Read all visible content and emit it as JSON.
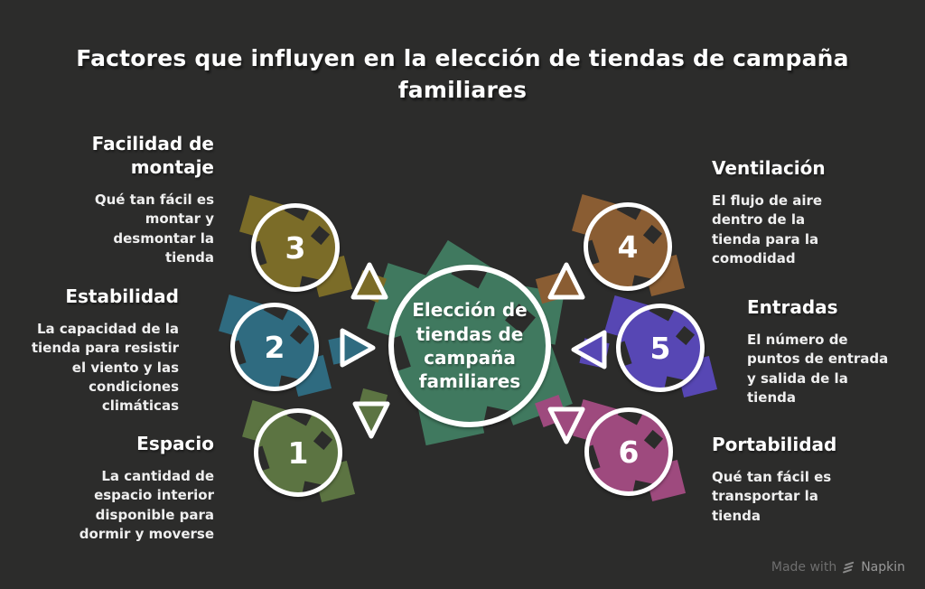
{
  "title": "Factores que influyen en la elección de tiendas de campaña\nfamiliares",
  "center": {
    "label": "Elección de\ntiendas de\ncampaña\nfamiliares",
    "color": "#40795f"
  },
  "items": [
    {
      "number": "1",
      "title": "Espacio",
      "description": "La cantidad de\nespacio interior\ndisponible para\ndormir y moverse",
      "color": "#5c7442"
    },
    {
      "number": "2",
      "title": "Estabilidad",
      "description": "La capacidad de la\ntienda para resistir\nel viento y las\ncondiciones\nclimáticas",
      "color": "#2f6b80"
    },
    {
      "number": "3",
      "title": "Facilidad de\nmontaje",
      "description": "Qué tan fácil es\nmontar y\ndesmontar la\ntienda",
      "color": "#7b6c28"
    },
    {
      "number": "4",
      "title": "Ventilación",
      "description": "El flujo de aire\ndentro de la\ntienda para la\ncomodidad",
      "color": "#8a5d33"
    },
    {
      "number": "5",
      "title": "Entradas",
      "description": "El número de\npuntos de entrada\ny salida de la\ntienda",
      "color": "#5747b4"
    },
    {
      "number": "6",
      "title": "Portabilidad",
      "description": "Qué tan fácil es\ntransportar la\ntienda",
      "color": "#9e4a7e"
    }
  ],
  "watermark": {
    "made_with": "Made with",
    "brand": "Napkin"
  },
  "colors": {
    "background": "#2c2c2b",
    "text": "#ffffff",
    "ring": "#ffffff"
  }
}
